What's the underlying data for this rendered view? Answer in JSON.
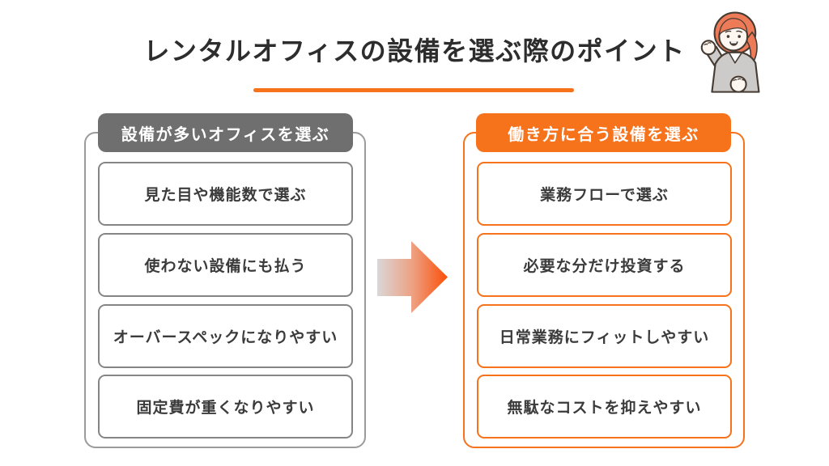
{
  "title": "レンタルオフィスの設備を選ぶ際のポイント",
  "left_panel": {
    "header": "設備が多いオフィスを選ぶ",
    "items": [
      "見た目や機能数で選ぶ",
      "使わない設備にも払う",
      "オーバースペックになりやすい",
      "固定費が重くなりやすい"
    ]
  },
  "right_panel": {
    "header": "働き方に合う設備を選ぶ",
    "items": [
      "業務フローで選ぶ",
      "必要な分だけ投資する",
      "日常業務にフィットしやすい",
      "無駄なコストを抑えやすい"
    ]
  },
  "icons": {
    "arrow": "right-arrow-gradient",
    "illustration": "cheering-businesswoman"
  },
  "colors": {
    "accent_orange": "#f6721b",
    "header_gray": "#6f6f6f",
    "panel_gray_border": "#9b9b9b",
    "card_gray_border": "#858585",
    "card_bg": "#ffffff",
    "text_dark": "#3b3b3b",
    "title_color": "#2d2d2d",
    "arrow_start": "#d9d7d7",
    "arrow_mid": "#eda183",
    "arrow_end": "#fb4e07",
    "illus_hair": "#ee7b58",
    "illus_skin": "#fdf6f1",
    "illus_suit": "#cccbca",
    "illus_line": "#463b33"
  }
}
